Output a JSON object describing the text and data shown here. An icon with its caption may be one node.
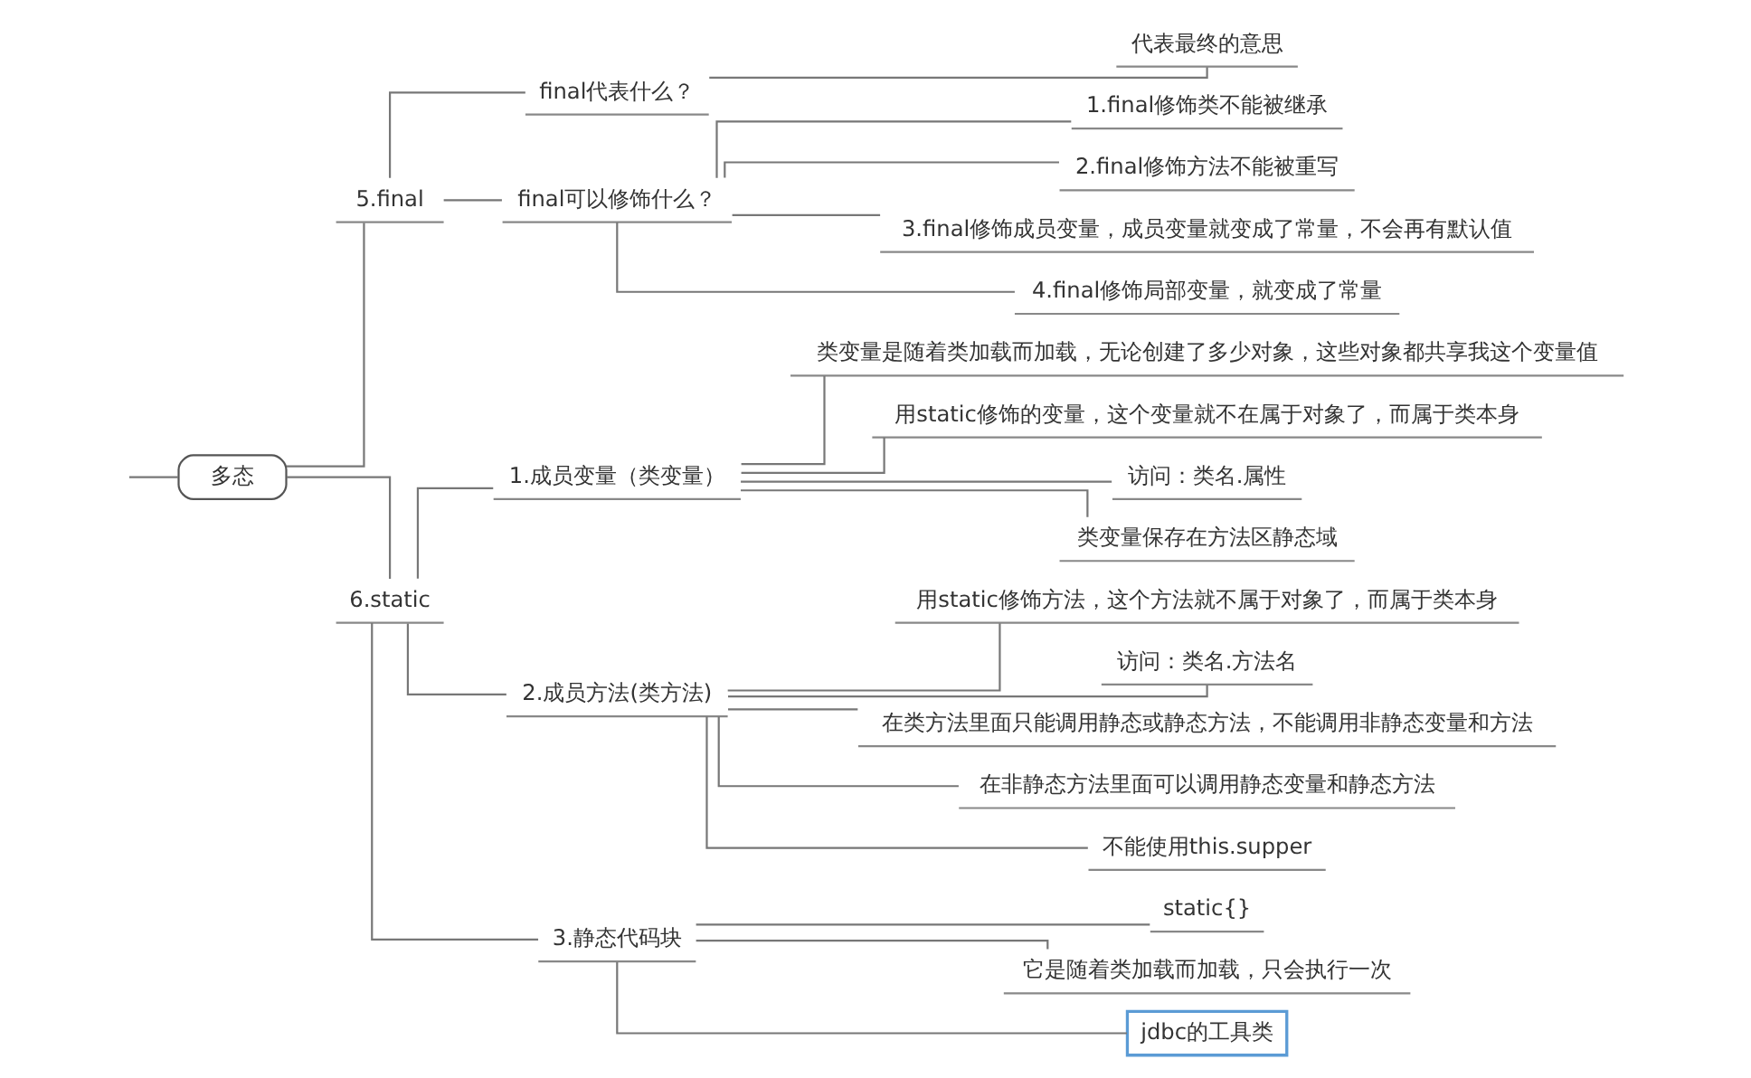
{
  "diagram": {
    "nodes": [
      {
        "text": [
          "多态"
        ]
      },
      {
        "text": [
          "5.final"
        ]
      },
      {
        "text": [
          "final代表什么？"
        ]
      },
      {
        "text": [
          "代表最终的意思"
        ]
      },
      {
        "text": [
          "final可以修饰什么？"
        ]
      },
      {
        "text": [
          "1.final修饰类不能被继承"
        ]
      },
      {
        "text": [
          "2.final修饰方法不能被重写"
        ]
      },
      {
        "text": [
          "3.final修饰成员变量，成员变量就变成了常量，不会再有默认值"
        ]
      },
      {
        "text": [
          "4.final修饰局部变量，就变成了常量"
        ]
      },
      {
        "text": [
          "6.static"
        ]
      },
      {
        "text": [
          "1.成员变量（类变量）"
        ]
      },
      {
        "text": [
          "类变量是随着类加载而加载，无论创建了多少对象，这些对象都共享我这个变量值"
        ]
      },
      {
        "text": [
          "用static修饰的变量，这个变量就不在属于对象了，而属于类本身"
        ]
      },
      {
        "text": [
          "访问：类名.属性"
        ]
      },
      {
        "text": [
          "类变量保存在方法区静态域"
        ]
      },
      {
        "text": [
          "2.成员方法(类方法)"
        ]
      },
      {
        "text": [
          "用static修饰方法，这个方法就不属于对象了，而属于类本身"
        ]
      },
      {
        "text": [
          "访问：类名.方法名"
        ]
      },
      {
        "text": [
          "在类方法里面只能调用静态或静态方法，不能调用非静态变量和方法"
        ]
      },
      {
        "text": [
          "在非静态方法里面可以调用静态变量和静态方法"
        ]
      },
      {
        "text": [
          "不能使用this.supper"
        ]
      },
      {
        "text": [
          "3.静态代码块"
        ]
      },
      {
        "text": [
          "static{}"
        ]
      },
      {
        "text": [
          "它是随着类加载而加载，只会执行一次"
        ]
      },
      {
        "text": [
          "jdbc的工具类"
        ]
      }
    ],
    "edges": [
      {
        "from": null,
        "to": 0,
        "arrow": "none"
      },
      {
        "from": 0,
        "to": 1,
        "arrow": "none"
      },
      {
        "from": 1,
        "to": 2,
        "arrow": "none"
      },
      {
        "from": 2,
        "to": 3,
        "arrow": "none"
      },
      {
        "from": 1,
        "to": 4,
        "arrow": "none"
      },
      {
        "from": 4,
        "to": 5,
        "arrow": "none"
      },
      {
        "from": 4,
        "to": 6,
        "arrow": "none"
      },
      {
        "from": 4,
        "to": 7,
        "arrow": "none"
      },
      {
        "from": 4,
        "to": 8,
        "arrow": "none"
      },
      {
        "from": 0,
        "to": 9,
        "arrow": "none"
      },
      {
        "from": 9,
        "to": 10,
        "arrow": "none"
      },
      {
        "from": 10,
        "to": 11,
        "arrow": "none"
      },
      {
        "from": 10,
        "to": 12,
        "arrow": "none"
      },
      {
        "from": 10,
        "to": 13,
        "arrow": "none"
      },
      {
        "from": 10,
        "to": 14,
        "arrow": "none"
      },
      {
        "from": 9,
        "to": 15,
        "arrow": "none"
      },
      {
        "from": 15,
        "to": 16,
        "arrow": "none"
      },
      {
        "from": 15,
        "to": 17,
        "arrow": "none"
      },
      {
        "from": 15,
        "to": 18,
        "arrow": "none"
      },
      {
        "from": 15,
        "to": 19,
        "arrow": "none"
      },
      {
        "from": 15,
        "to": 20,
        "arrow": "none"
      },
      {
        "from": 9,
        "to": 21,
        "arrow": "none"
      },
      {
        "from": 21,
        "to": 22,
        "arrow": "none"
      },
      {
        "from": 21,
        "to": 23,
        "arrow": "none"
      },
      {
        "from": 21,
        "to": 24,
        "arrow": "none"
      }
    ]
  }
}
